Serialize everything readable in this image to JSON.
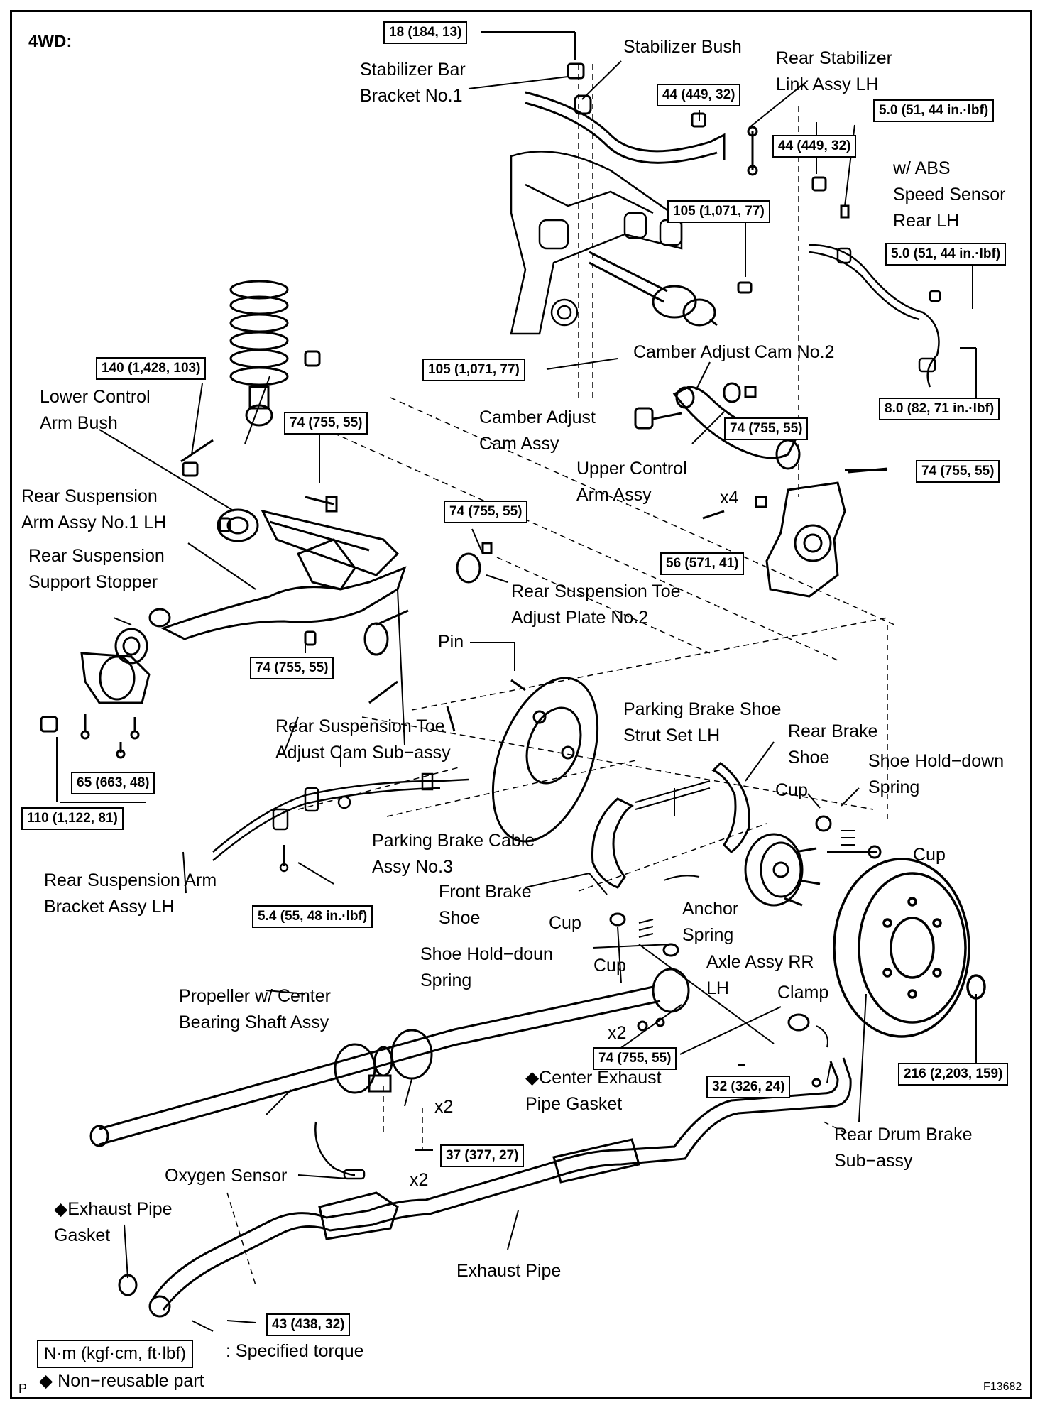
{
  "header": {
    "title": "4WD:"
  },
  "torque": {
    "t18": "18 (184, 13)",
    "t44a": "44 (449, 32)",
    "t44b": "44 (449, 32)",
    "t5a": "5.0 (51, 44 in.·lbf)",
    "t5b": "5.0 (51, 44 in.·lbf)",
    "t105a": "105 (1,071, 77)",
    "t105b": "105 (1,071, 77)",
    "t140": "140 (1,428, 103)",
    "t8": "8.0 (82, 71 in.·lbf)",
    "t74a": "74 (755, 55)",
    "t74b": "74 (755, 55)",
    "t74c": "74 (755, 55)",
    "t74d": "74 (755, 55)",
    "t74e": "74 (755, 55)",
    "t74f": "74 (755, 55)",
    "t56": "56 (571, 41)",
    "t65": "65 (663, 48)",
    "t110": "110 (1,122, 81)",
    "t54": "5.4 (55, 48 in.·lbf)",
    "t32": "32 (326, 24)",
    "t216": "216 (2,203, 159)",
    "t37": "37 (377, 27)",
    "t43": "43 (438, 32)"
  },
  "labels": {
    "stab_bracket": "Stabilizer Bar\nBracket No.1",
    "stab_bush": "Stabilizer Bush",
    "rear_stab_link": "Rear Stabilizer\nLink Assy LH",
    "abs_sensor": "w/ ABS\nSpeed  Sensor\nRear LH",
    "camber_cam2": "Camber Adjust Cam No.2",
    "lower_bush": "Lower Control\nArm Bush",
    "camber_cam": "Camber Adjust\nCam Assy",
    "upper_arm": "Upper Control\nArm Assy",
    "rear_susp_arm": "Rear Suspension\nArm Assy No.1 LH",
    "x4": "x4",
    "support_stopper": "Rear Suspension\nSupport Stopper",
    "toe_plate": "Rear Suspension Toe\nAdjust Plate No.2",
    "pin": "Pin",
    "pb_shoe_strut": "Parking Brake Shoe\nStrut Set LH",
    "rear_brake_shoe": "Rear Brake\nShoe",
    "shoe_holddown_r": "Shoe Hold−down\nSpring",
    "toe_cam": "Rear Suspension Toe\nAdjust Cam Sub−assy",
    "cup1": "Cup",
    "cup2": "Cup",
    "pb_cable": "Parking Brake Cable\nAssy No.3",
    "arm_bracket": "Rear Suspension Arm\nBracket Assy LH",
    "front_shoe": "Front Brake\nShoe",
    "anchor_spring": "Anchor\nSpring",
    "cup3": "Cup",
    "shoe_holddown_l": "Shoe Hold−doun\nSpring",
    "cup4": "Cup",
    "axle": "Axle Assy RR\nLH",
    "propeller": "Propeller w/ Center\nBearing Shaft Assy",
    "clamp": "Clamp",
    "x2a": "x2",
    "center_gasket": "Center Exhaust\nPipe Gasket",
    "x2b": "x2",
    "x2c": "x2",
    "drum": "Rear Drum Brake\nSub−assy",
    "oxygen": "Oxygen Sensor",
    "exh_gasket": "Exhaust Pipe\nGasket",
    "exhaust_pipe": "Exhaust Pipe",
    "legend_unit": "N·m (kgf·cm, ft·lbf)",
    "legend_spec": ": Specified torque",
    "legend_nonreuse": "Non−reusable part",
    "corner_p": "P",
    "fig_id": "F13682"
  }
}
